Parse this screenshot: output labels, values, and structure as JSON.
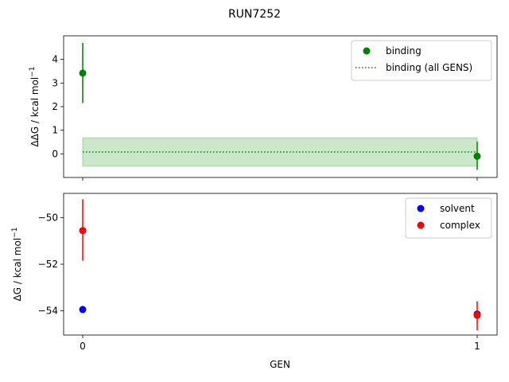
{
  "chart_data": {
    "title": "RUN7252",
    "xlabel": "GEN",
    "x_ticks": [
      "0",
      "1"
    ],
    "panels": [
      {
        "type": "scatter",
        "ylabel_main": "ΔΔG / kcal mol",
        "ylabel_sup": "−1",
        "ylim": [
          -1.0,
          5.0
        ],
        "yticks": [
          0,
          1,
          2,
          3,
          4
        ],
        "legend_position": "top-right",
        "series": [
          {
            "name": "binding",
            "color": "#008000",
            "marker": "circle",
            "points": [
              {
                "x": 0,
                "y": 3.42,
                "err_low": 2.15,
                "err_high": 4.7
              },
              {
                "x": 1,
                "y": -0.1,
                "err_low": -0.68,
                "err_high": 0.52
              }
            ]
          }
        ],
        "reference_line": {
          "name": "binding (all GENS)",
          "color": "#008000",
          "style": "dotted",
          "y": 0.08,
          "band_low": -0.52,
          "band_high": 0.68,
          "band_color": "#2ca02c",
          "x_start": 0,
          "x_end": 1
        }
      },
      {
        "type": "scatter",
        "ylabel_main": "ΔG / kcal mol",
        "ylabel_sup": "−1",
        "ylim": [
          -55.05,
          -48.95
        ],
        "yticks": [
          -54,
          -52,
          -50
        ],
        "legend_position": "top-right",
        "series": [
          {
            "name": "solvent",
            "color": "#0000ff",
            "marker": "circle",
            "points": [
              {
                "x": 0,
                "y": -53.95,
                "err_low": -53.99,
                "err_high": -53.91
              },
              {
                "x": 1,
                "y": -54.15,
                "err_low": -54.2,
                "err_high": -54.1
              }
            ]
          },
          {
            "name": "complex",
            "color": "#ff0000",
            "marker": "circle",
            "points": [
              {
                "x": 0,
                "y": -50.55,
                "err_low": -51.85,
                "err_high": -49.2
              },
              {
                "x": 1,
                "y": -54.2,
                "err_low": -54.85,
                "err_high": -53.6
              }
            ]
          }
        ]
      }
    ]
  }
}
